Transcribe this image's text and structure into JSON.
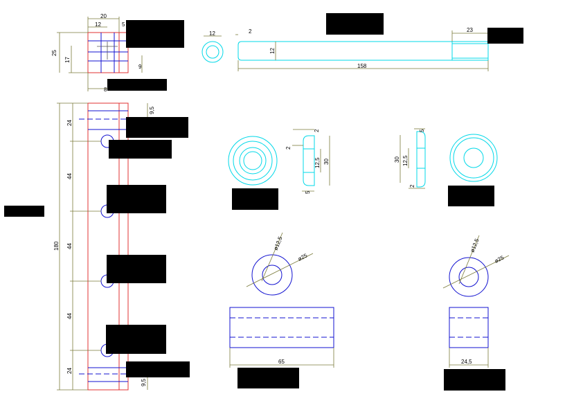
{
  "hinge_block": {
    "width": "20",
    "inner": "12",
    "slot": "5",
    "height": "25",
    "lower": "17",
    "step": "9",
    "base": "8"
  },
  "rod": {
    "ring_dia": "12",
    "chamfer": "2",
    "dia": "12",
    "thread": "23",
    "length": "158"
  },
  "long_bar": {
    "top_offset": "9,5",
    "first": "24",
    "pitch_1": "44",
    "pitch_2": "44",
    "pitch_3": "44",
    "last": "24",
    "total": "180",
    "bottom_offset": "9,5"
  },
  "washer_left": {
    "edge": "2",
    "top": "2",
    "bore": "12,5",
    "outer": "30",
    "bottom": "5"
  },
  "washer_right": {
    "top": "5",
    "outer": "30",
    "bore": "12,5",
    "bottom": "2"
  },
  "sleeve_long": {
    "inner_dia": "ø12,5",
    "outer_dia": "ø25",
    "length": "65"
  },
  "sleeve_short": {
    "inner_dia": "ø12,5",
    "outer_dia": "ø25",
    "length": "24,5"
  }
}
